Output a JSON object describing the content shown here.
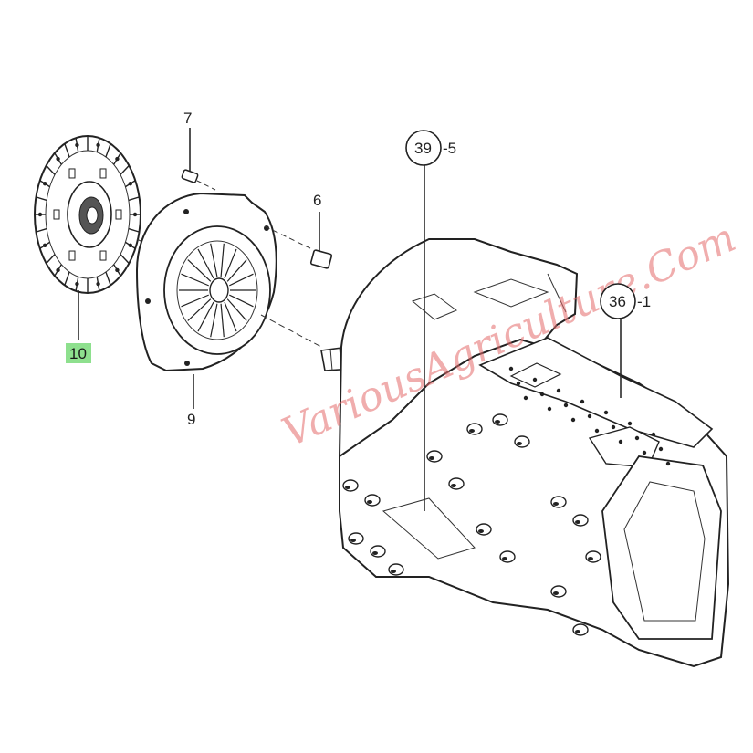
{
  "colors": {
    "ink": "#2a2a2a",
    "highlight": "#8ee08e",
    "watermark": "#e36a6a",
    "background": "#ffffff"
  },
  "callouts": {
    "part_7": "7",
    "part_6": "6",
    "part_9": "9",
    "part_10": "10",
    "ref_39": "39",
    "ref_39_suffix": "-5",
    "ref_36": "36",
    "ref_36_suffix": "-1"
  },
  "watermark": "VariousAgriculture.Com",
  "parts": {
    "disc": "clutch-disc-icon",
    "cover": "pressure-plate-icon",
    "pin": "dowel-pin-icon",
    "bolt": "bolt-icon",
    "housing": "transmission-housing-icon"
  }
}
